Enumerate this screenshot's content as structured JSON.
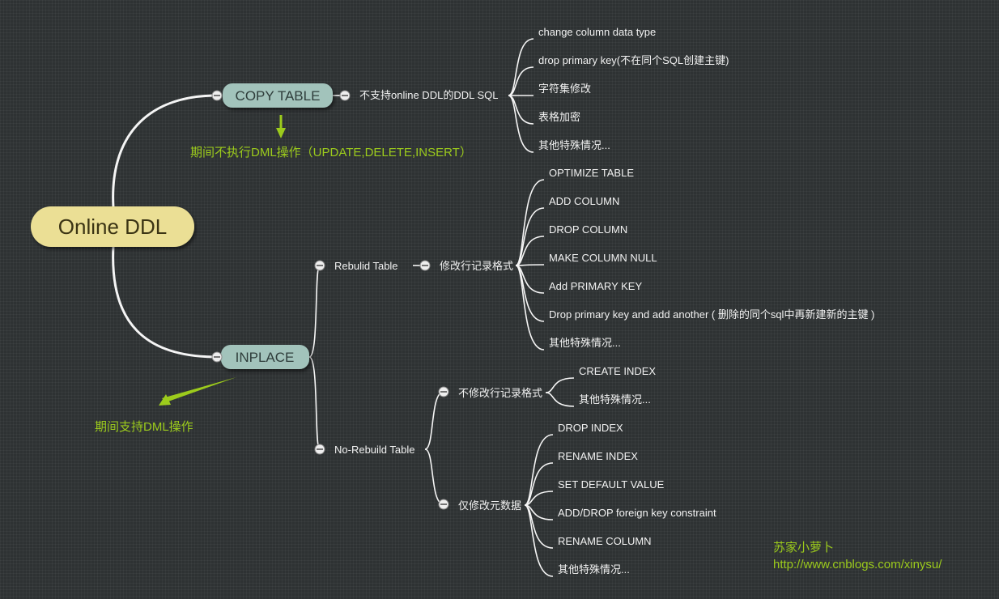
{
  "root": {
    "label": "Online DDL"
  },
  "copy_table": {
    "label": "COPY TABLE",
    "note": "期间不执行DML操作（UPDATE,DELETE,INSERT）",
    "child": {
      "label": "不支持online DDL的DDL SQL",
      "items": [
        "change column data type",
        "drop primary key(不在同个SQL创建主键)",
        "字符集修改",
        "表格加密",
        "其他特殊情况..."
      ]
    }
  },
  "inplace": {
    "label": "INPLACE",
    "note": "期间支持DML操作",
    "rebuild": {
      "label": "Rebulid Table",
      "child": {
        "label": "修改行记录格式",
        "items": [
          "OPTIMIZE TABLE",
          "ADD COLUMN",
          "DROP COLUMN",
          "MAKE COLUMN NULL",
          "Add PRIMARY KEY",
          "Drop primary key and  add another ( 删除的同个sql中再新建新的主键 )",
          "其他特殊情况..."
        ]
      }
    },
    "no_rebuild": {
      "label": "No-Rebuild Table",
      "no_row_format": {
        "label": "不修改行记录格式",
        "items": [
          "CREATE INDEX",
          "其他特殊情况..."
        ]
      },
      "metadata_only": {
        "label": "仅修改元数据",
        "items": [
          "DROP INDEX",
          "RENAME INDEX",
          "SET DEFAULT VALUE",
          "ADD/DROP foreign key constraint",
          "RENAME COLUMN",
          "其他特殊情况..."
        ]
      }
    }
  },
  "signature": {
    "name": "苏家小萝卜",
    "url": "http://www.cnblogs.com/xinysu/"
  },
  "colors": {
    "root": "#ebdf95",
    "branch": "#a2c3bb",
    "accent": "#9ccb1c",
    "line": "#f5f5f5"
  }
}
